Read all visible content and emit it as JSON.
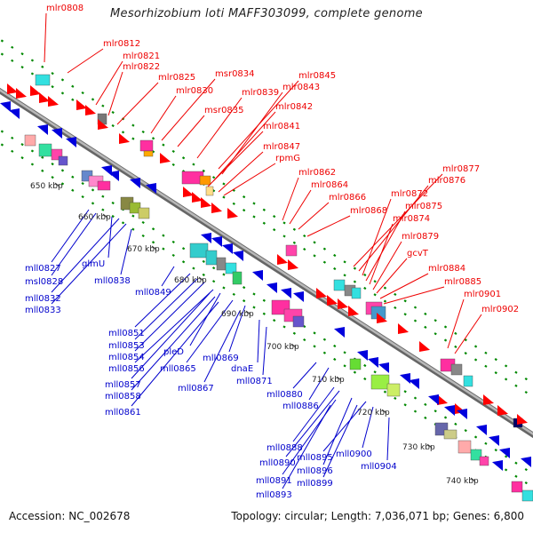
{
  "header": {
    "title": "Mesorhizobium loti MAFF303099, complete genome"
  },
  "footer": {
    "accession": "Accession: NC_002678",
    "topology": "Topology: circular; Length: 7,036,071 bp; Genes: 6,800"
  },
  "colors": {
    "forward": "#ff0000",
    "reverse": "#0000dd",
    "backbone": "#9a9a9a",
    "ticks": "#008800"
  },
  "scale": {
    "ticks": [
      {
        "label": "650 kbp"
      },
      {
        "label": "660 kbp"
      },
      {
        "label": "670 kbp"
      },
      {
        "label": "680 kbp"
      },
      {
        "label": "690 kbp"
      },
      {
        "label": "700 kbp"
      },
      {
        "label": "710 kbp"
      },
      {
        "label": "720 kbp"
      },
      {
        "label": "730 kbp"
      },
      {
        "label": "740 kbp"
      }
    ]
  },
  "forward_genes": [
    {
      "label": "mlr0808"
    },
    {
      "label": "mlr0812"
    },
    {
      "label": "mlr0821"
    },
    {
      "label": "mlr0822"
    },
    {
      "label": "mlr0825"
    },
    {
      "label": "mlr0830"
    },
    {
      "label": "msr0834"
    },
    {
      "label": "msr0835"
    },
    {
      "label": "mlr0839"
    },
    {
      "label": "mlr0845"
    },
    {
      "label": "mlr0843"
    },
    {
      "label": "mlr0842"
    },
    {
      "label": "mlr0841"
    },
    {
      "label": "mlr0847"
    },
    {
      "label": "rpmG"
    },
    {
      "label": "mlr0862"
    },
    {
      "label": "mlr0864"
    },
    {
      "label": "mlr0866"
    },
    {
      "label": "mlr0868"
    },
    {
      "label": "mlr0877"
    },
    {
      "label": "mlr0876"
    },
    {
      "label": "mlr0872"
    },
    {
      "label": "mlr0875"
    },
    {
      "label": "mlr0874"
    },
    {
      "label": "mlr0879"
    },
    {
      "label": "gcvT"
    },
    {
      "label": "mlr0884"
    },
    {
      "label": "mlr0885"
    },
    {
      "label": "mlr0901"
    },
    {
      "label": "mlr0902"
    }
  ],
  "reverse_genes": [
    {
      "label": "mll0827"
    },
    {
      "label": "msl0828"
    },
    {
      "label": "glmU"
    },
    {
      "label": "mll0832"
    },
    {
      "label": "mll0833"
    },
    {
      "label": "mll0838"
    },
    {
      "label": "mll0849"
    },
    {
      "label": "mll0851"
    },
    {
      "label": "mll0853"
    },
    {
      "label": "mll0854"
    },
    {
      "label": "mll0856"
    },
    {
      "label": "pleD"
    },
    {
      "label": "mll0865"
    },
    {
      "label": "mll0869"
    },
    {
      "label": "dnaE"
    },
    {
      "label": "mll0871"
    },
    {
      "label": "mll0857"
    },
    {
      "label": "mll0858"
    },
    {
      "label": "mll0867"
    },
    {
      "label": "mll0861"
    },
    {
      "label": "mll0880"
    },
    {
      "label": "mll0886"
    },
    {
      "label": "mll0888"
    },
    {
      "label": "mll0890"
    },
    {
      "label": "mll0895"
    },
    {
      "label": "mll0900"
    },
    {
      "label": "mll0904"
    },
    {
      "label": "mll0896"
    },
    {
      "label": "mll0891"
    },
    {
      "label": "mll0899"
    },
    {
      "label": "mll0893"
    }
  ]
}
